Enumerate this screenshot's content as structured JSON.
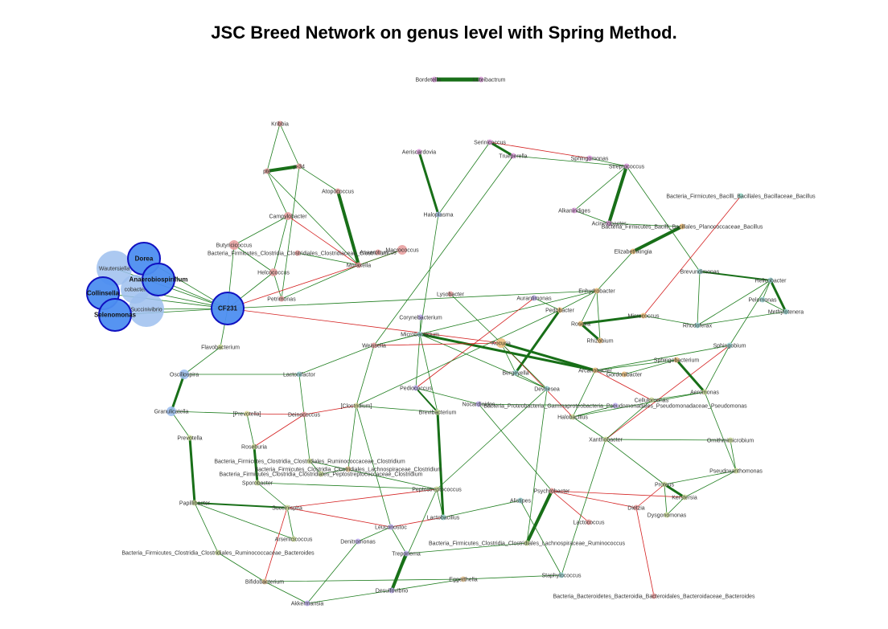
{
  "title": "JSC Breed Network on genus level with Spring Method.",
  "colors": {
    "positive": "#1e7d1e",
    "negative": "#d42020",
    "hub": "#4d8ef0",
    "hub_light": "#9ec0ef"
  },
  "nodes": [
    {
      "id": "bordetella",
      "label": "Bordetella",
      "color": "#e0a0e0"
    },
    {
      "id": "luteibactrum",
      "label": "Luteibactrum",
      "color": "#e0a0e0"
    },
    {
      "id": "kribbia",
      "label": "Kribbia",
      "color": "#e8a0a0"
    },
    {
      "id": "p34",
      "label": "p-34",
      "color": "#e8a0a0"
    },
    {
      "id": "pte",
      "label": "pte",
      "color": "#e8a0a0"
    },
    {
      "id": "atopococcus",
      "label": "Atopococcus",
      "color": "#e8a0a0"
    },
    {
      "id": "campylobacter",
      "label": "Campylobacter",
      "color": "#e8a0a0"
    },
    {
      "id": "butyricicoccus",
      "label": "Butyricicoccus",
      "color": "#e8a0a0"
    },
    {
      "id": "bfccc_clost",
      "label": "Bacteria_Firmicutes_Clostridia_Clostridiales_Clostridiaceae_Clostridium",
      "color": "#e8a0a0"
    },
    {
      "id": "helcococcus",
      "label": "Helcococcus",
      "color": "#e8a0a0"
    },
    {
      "id": "petrimonas",
      "label": "Petrimonas",
      "color": "#e8a0a0"
    },
    {
      "id": "moraxella",
      "label": "Moraxella",
      "color": "#e8a0a0"
    },
    {
      "id": "macrococcus",
      "label": "Macrococcus",
      "color": "#e8a0a0"
    },
    {
      "id": "anaerotruncus",
      "label": "Anaerotruncus",
      "color": "#e8a0a0"
    },
    {
      "id": "aeriscardovia",
      "label": "Aeriscardovia",
      "color": "#e0a0e0"
    },
    {
      "id": "haloplasma",
      "label": "Haloplasma",
      "color": "#b0c8f0"
    },
    {
      "id": "serinicoccus",
      "label": "Serinicoccus",
      "color": "#e0a0e0"
    },
    {
      "id": "truepera",
      "label": "Trueperella",
      "color": "#e0a0e0"
    },
    {
      "id": "sphingomonas",
      "label": "Sphingomonas",
      "color": "#e0a0e0"
    },
    {
      "id": "streptococcus",
      "label": "Streptococcus",
      "color": "#e0a0e0"
    },
    {
      "id": "alkanindiges",
      "label": "Alkanindiges",
      "color": "#e0a0e0"
    },
    {
      "id": "acinetobacter",
      "label": "Acinetobacter",
      "color": "#e0a0e0"
    },
    {
      "id": "bfbb_bacillus",
      "label": "Bacteria_Firmicutes_Bacilli_Bacillales_Bacillaceae_Bacillus",
      "color": "#a0e0d0"
    },
    {
      "id": "bfbp_bacillus",
      "label": "Bacteria_Firmicutes_Bacilli_Bacillales_Planococcaceae_Bacillus",
      "color": "#f0c080"
    },
    {
      "id": "elizabethkingia",
      "label": "Elizabethkingia",
      "color": "#f0c080"
    },
    {
      "id": "brevundimonas",
      "label": "Brevundimonas",
      "color": "#a0d8d8"
    },
    {
      "id": "helicobacter",
      "label": "Helicobacter",
      "color": "#a0d8d8"
    },
    {
      "id": "pelomonas",
      "label": "Pelomonas",
      "color": "#a0d8d8"
    },
    {
      "id": "methylotenera",
      "label": "Methylotenera",
      "color": "#a0d8d8"
    },
    {
      "id": "rhodoferax",
      "label": "Rhodoferax",
      "color": "#a0d8d8"
    },
    {
      "id": "sphingobium",
      "label": "Sphingobium",
      "color": "#a0d8d8"
    },
    {
      "id": "wautersiella",
      "label": "Wautersiella",
      "color": "#9ec0ef"
    },
    {
      "id": "dorea",
      "label": "Dorea",
      "color": "#4d8ef0"
    },
    {
      "id": "anaerobiospirillum",
      "label": "Anaerobiospirillum",
      "color": "#4d8ef0"
    },
    {
      "id": "cobacter",
      "label": "cobacter",
      "color": "#9ec0ef"
    },
    {
      "id": "collinsella",
      "label": "Collinsella",
      "color": "#4d8ef0"
    },
    {
      "id": "succinivibrio",
      "label": "Succinivibrio",
      "color": "#9ec0ef"
    },
    {
      "id": "selenomonas",
      "label": "Selenomonas",
      "color": "#4d8ef0"
    },
    {
      "id": "cf231",
      "label": "CF231",
      "color": "#4d8ef0"
    },
    {
      "id": "flavobacterium",
      "label": "Flavobacterium",
      "color": "#d0e0a0"
    },
    {
      "id": "oscillospira",
      "label": "Oscillospira",
      "color": "#9ec0ef"
    },
    {
      "id": "lactonifactor",
      "label": "Lactonifactor",
      "color": "#a0d8d8"
    },
    {
      "id": "lysobacter",
      "label": "Lysobacter",
      "color": "#e8a0a0"
    },
    {
      "id": "aurantimonas",
      "label": "Aurantimonas",
      "color": "#c0b0f0"
    },
    {
      "id": "enhydrobacter",
      "label": "Enhydrobacter",
      "color": "#f0c080"
    },
    {
      "id": "pedobacter",
      "label": "Pedobacter",
      "color": "#f0c080"
    },
    {
      "id": "roseira",
      "label": "Roseira",
      "color": "#f0c080"
    },
    {
      "id": "micrococcus",
      "label": "Micrococcus",
      "color": "#f0c080"
    },
    {
      "id": "rhizobium",
      "label": "Rhizobium",
      "color": "#f0c080"
    },
    {
      "id": "corynebacterium",
      "label": "Corynebacterium",
      "color": "#c0b0f0"
    },
    {
      "id": "microbacterium",
      "label": "Microbacterium",
      "color": "#a0d8d8"
    },
    {
      "id": "weissella",
      "label": "Weissella",
      "color": "#e8a0a0"
    },
    {
      "id": "kocuria",
      "label": "Kocuria",
      "color": "#f0c080"
    },
    {
      "id": "bergeyella",
      "label": "Bergeyella",
      "color": "#a0d8d8"
    },
    {
      "id": "arcanobacter",
      "label": "Arcanobacter",
      "color": "#f0c080"
    },
    {
      "id": "gordonibacter",
      "label": "Gordonibacter",
      "color": "#f0c080"
    },
    {
      "id": "sphingobacterium",
      "label": "Sphingobacterium",
      "color": "#f0c080"
    },
    {
      "id": "aeromonas",
      "label": "Aeromonas",
      "color": "#d0e0a0"
    },
    {
      "id": "devriesea",
      "label": "Devriesea",
      "color": "#a0d8d8"
    },
    {
      "id": "cellulomonas",
      "label": "Cellulomonas",
      "color": "#d0e0a0"
    },
    {
      "id": "pediococcus",
      "label": "Pediococcus",
      "color": "#c0b0f0"
    },
    {
      "id": "nocardioides",
      "label": "Nocardioides",
      "color": "#c0b0f0"
    },
    {
      "id": "bppe_pseudo",
      "label": "Bacteria_Proteobacteria_Gammaproteobacteria_Pseudomonadales_Pseudomonadaceae_Pseudomonas",
      "color": "#c0b0f0"
    },
    {
      "id": "halobacillus",
      "label": "Halobacillus",
      "color": "#d0e0a0"
    },
    {
      "id": "granulicatella",
      "label": "Granulicatella",
      "color": "#9ec0ef"
    },
    {
      "id": "prevotella_br",
      "label": "[Prevotella]",
      "color": "#e0e0a0"
    },
    {
      "id": "deinococcus",
      "label": "Deinococcus",
      "color": "#e8a0a0"
    },
    {
      "id": "clostridium_br",
      "label": "[Clostridium]",
      "color": "#e0e0a0"
    },
    {
      "id": "brevibacterium",
      "label": "Brevibacterium",
      "color": "#d0e0a0"
    },
    {
      "id": "xanthobacter",
      "label": "Xanthobacter",
      "color": "#d0e0a0"
    },
    {
      "id": "ornithinimicrobium",
      "label": "Ornithinimicrobium",
      "color": "#d0e0a0"
    },
    {
      "id": "prevotella",
      "label": "Prevotella",
      "color": "#d0e0a0"
    },
    {
      "id": "roseburia",
      "label": "Roseburia",
      "color": "#d0e0a0"
    },
    {
      "id": "bfccr_clost",
      "label": "Bacteria_Firmicutes_Clostridia_Clostridiales_Ruminococcaceae_Clostridium",
      "color": "#d0e0a0"
    },
    {
      "id": "bfccl_clost",
      "label": "Bacteria_Firmicutes_Clostridia_Clostridiales_Lachnospiraceae_Clostridium",
      "color": "#e0c090"
    },
    {
      "id": "bfccp_clost",
      "label": "Bacteria_Firmicutes_Clostridia_Clostridiales_Peptostreptococcaceae_Clostridium",
      "color": "#d0e0a0"
    },
    {
      "id": "sporobacter",
      "label": "Sporobacter",
      "color": "#d0e0a0"
    },
    {
      "id": "pseudoxanthomonas",
      "label": "Pseudoxanthomonas",
      "color": "#d0e0a0"
    },
    {
      "id": "papillibacter",
      "label": "Papillibacter",
      "color": "#d0e0a0"
    },
    {
      "id": "succinispira",
      "label": "Succinispira",
      "color": "#d0e0a0"
    },
    {
      "id": "peptostreptococcus",
      "label": "Peptostreptococcus",
      "color": "#d0e0a0"
    },
    {
      "id": "psychrobacter",
      "label": "Psychrobacter",
      "color": "#e8a0a0"
    },
    {
      "id": "proteus",
      "label": "Proteus",
      "color": "#d0e0a0"
    },
    {
      "id": "kerstersia",
      "label": "Kerstersia",
      "color": "#d0e0a0"
    },
    {
      "id": "dietzia",
      "label": "Dietzia",
      "color": "#e8a0a0"
    },
    {
      "id": "dysgonomonas",
      "label": "Dysgonomonas",
      "color": "#d0e0a0"
    },
    {
      "id": "lactobacillus",
      "label": "Lactobacillus",
      "color": "#a0d8d8"
    },
    {
      "id": "alistipes",
      "label": "Alistipes",
      "color": "#a0d8d8"
    },
    {
      "id": "arsenicicoccus",
      "label": "Arsenicicoccus",
      "color": "#d0e0a0"
    },
    {
      "id": "lactococcus",
      "label": "Lactococcus",
      "color": "#e8a0a0"
    },
    {
      "id": "leuconostoc",
      "label": "Leuconostoc",
      "color": "#c0b0f0"
    },
    {
      "id": "denitromonas",
      "label": "Denitromonas",
      "color": "#c0b0f0"
    },
    {
      "id": "bfccr_rumino",
      "label": "Bacteria_Firmicutes_Clostridia_Clostridiales_Lachnospiraceae_Ruminococcus",
      "color": "#d0e0a0"
    },
    {
      "id": "bfccr_bacteroides",
      "label": "Bacteria_Firmicutes_Clostridia_Clostridiales_Ruminococcaceae_Bacteroides",
      "color": "#d0e0a0"
    },
    {
      "id": "treponema",
      "label": "Treponema",
      "color": "#c0b0f0"
    },
    {
      "id": "staphylococcus",
      "label": "Staphylococcus",
      "color": "#a0d8d8"
    },
    {
      "id": "bifidobacterium",
      "label": "Bifidobacterium",
      "color": "#e0c090"
    },
    {
      "id": "eggerthella",
      "label": "Eggerthella",
      "color": "#e0c090"
    },
    {
      "id": "desulfovibrio",
      "label": "Desulfovibrio",
      "color": "#c0b0f0"
    },
    {
      "id": "akkermansia",
      "label": "Akkermansia",
      "color": "#c0b0f0"
    },
    {
      "id": "bbbb_bacteroides",
      "label": "Bacteria_Bacteroidetes_Bacteroidia_Bacteroidales_Bacteroidaceae_Bacteroides",
      "color": "#e8a0a0"
    }
  ]
}
